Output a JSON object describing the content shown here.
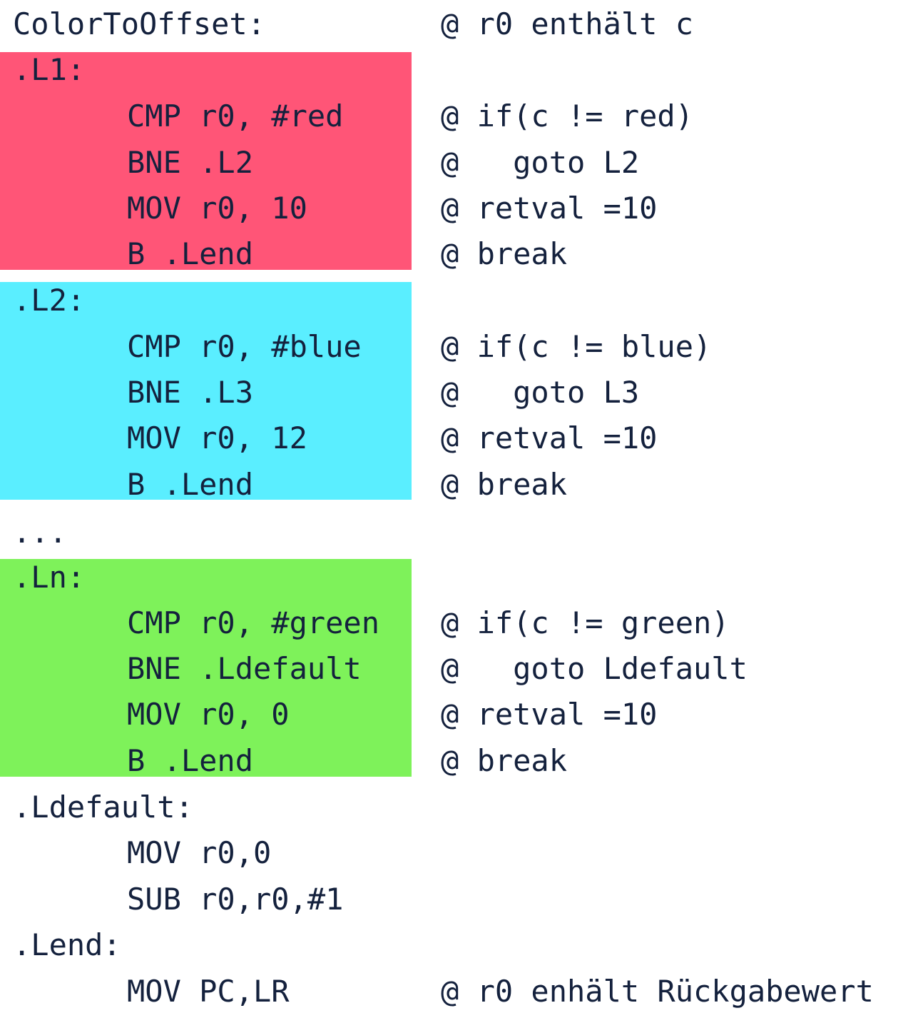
{
  "colors": {
    "red_block": "#ff5577",
    "blue_block": "#5aeeff",
    "green_block": "#7ef25a",
    "text": "#14213d"
  },
  "lines": [
    {
      "label": "ColorToOffset:",
      "instr": "",
      "comment": "@ r0 enthält c"
    },
    {
      "label": ".L1:",
      "instr": "",
      "comment": ""
    },
    {
      "label": "",
      "instr": "CMP r0, #red",
      "comment": "@ if(c != red)"
    },
    {
      "label": "",
      "instr": "BNE .L2",
      "comment": "@   goto L2"
    },
    {
      "label": "",
      "instr": "MOV r0, 10",
      "comment": "@ retval =10"
    },
    {
      "label": "",
      "instr": "B .Lend",
      "comment": "@ break"
    },
    {
      "label": ".L2:",
      "instr": "",
      "comment": ""
    },
    {
      "label": "",
      "instr": "CMP r0, #blue",
      "comment": "@ if(c != blue)"
    },
    {
      "label": "",
      "instr": "BNE .L3",
      "comment": "@   goto L3"
    },
    {
      "label": "",
      "instr": "MOV r0, 12",
      "comment": "@ retval =10"
    },
    {
      "label": "",
      "instr": "B .Lend",
      "comment": "@ break"
    },
    {
      "label": "...",
      "instr": "",
      "comment": ""
    },
    {
      "label": ".Ln:",
      "instr": "",
      "comment": ""
    },
    {
      "label": "",
      "instr": "CMP r0, #green",
      "comment": "@ if(c != green)"
    },
    {
      "label": "",
      "instr": "BNE .Ldefault",
      "comment": "@   goto Ldefault"
    },
    {
      "label": "",
      "instr": "MOV r0, 0",
      "comment": "@ retval =10"
    },
    {
      "label": "",
      "instr": "B .Lend",
      "comment": "@ break"
    },
    {
      "label": ".Ldefault:",
      "instr": "",
      "comment": ""
    },
    {
      "label": "",
      "instr": "MOV r0,0",
      "comment": ""
    },
    {
      "label": "",
      "instr": "SUB r0,r0,#1",
      "comment": ""
    },
    {
      "label": ".Lend:",
      "instr": "",
      "comment": ""
    },
    {
      "label": "",
      "instr": "MOV PC,LR",
      "comment": "@ r0 enhält Rückgabewert"
    }
  ]
}
